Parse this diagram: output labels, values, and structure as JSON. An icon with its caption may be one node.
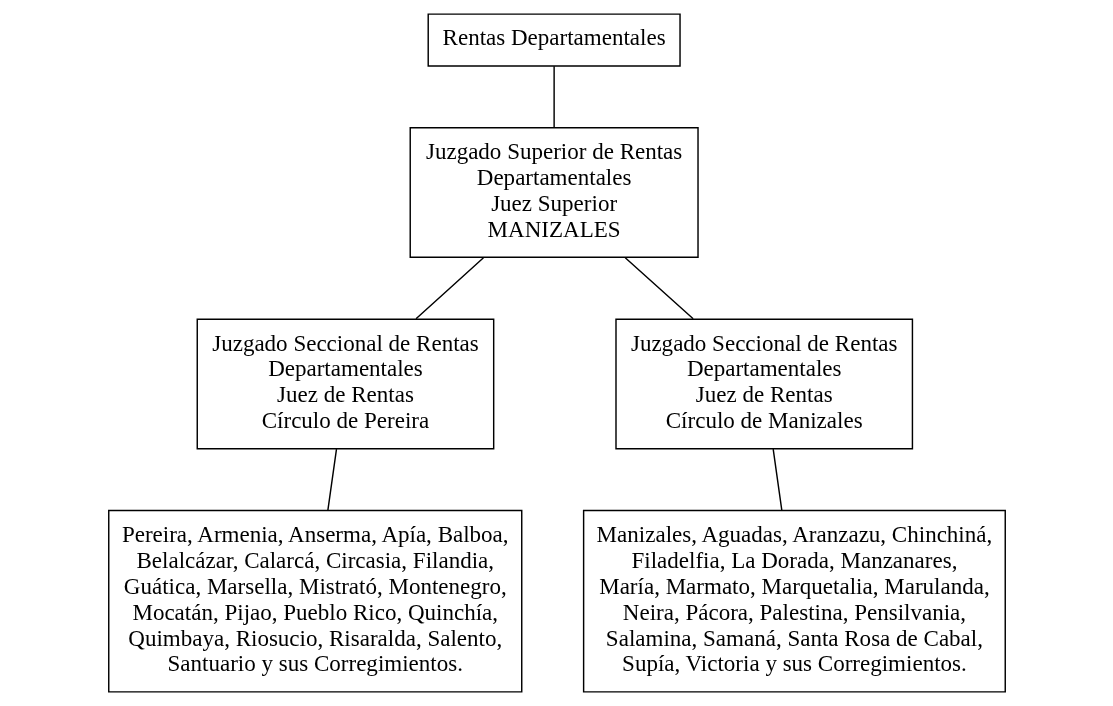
{
  "diagram": {
    "nodes": [
      {
        "text": [
          "Rentas Departamentales"
        ]
      },
      {
        "text": [
          "Juzgado Superior de Rentas Departamentales",
          "Juez Superior",
          "MANIZALES"
        ]
      },
      {
        "text": [
          "Juzgado Seccional de Rentas Departamentales",
          "Juez de Rentas",
          "Círculo de Pereira"
        ]
      },
      {
        "text": [
          "Juzgado Seccional de Rentas Departamentales",
          "Juez de Rentas",
          "Círculo de Manizales"
        ]
      },
      {
        "text": [
          "Pereira, Armenia, Anserma, Apía, Balboa, Belalcázar, Calarcá, Circasia, Filandia, Guática, Marsella, Mistrató, Montenegro, Mocatán, Pijao, Pueblo Rico, Quinchía, Quimbaya, Riosucio, Risaralda, Salento, Santuario y sus Corregimientos."
        ]
      },
      {
        "text": [
          "Manizales, Aguadas, Aranzazu, Chinchiná, Filadelfia, La Dorada, Manzanares, María, Marmato, Marquetalia, Marulanda, Neira, Pácora, Palestina, Pensilvania, Salamina, Samaná, Santa Rosa de Cabal, Supía, Victoria y sus Corregimientos."
        ]
      }
    ],
    "edges": [
      {
        "from": 0,
        "to": 1,
        "arrow": "none"
      },
      {
        "from": 1,
        "to": 2,
        "arrow": "none"
      },
      {
        "from": 1,
        "to": 3,
        "arrow": "none"
      },
      {
        "from": 2,
        "to": 4,
        "arrow": "none"
      },
      {
        "from": 3,
        "to": 5,
        "arrow": "none"
      }
    ]
  }
}
